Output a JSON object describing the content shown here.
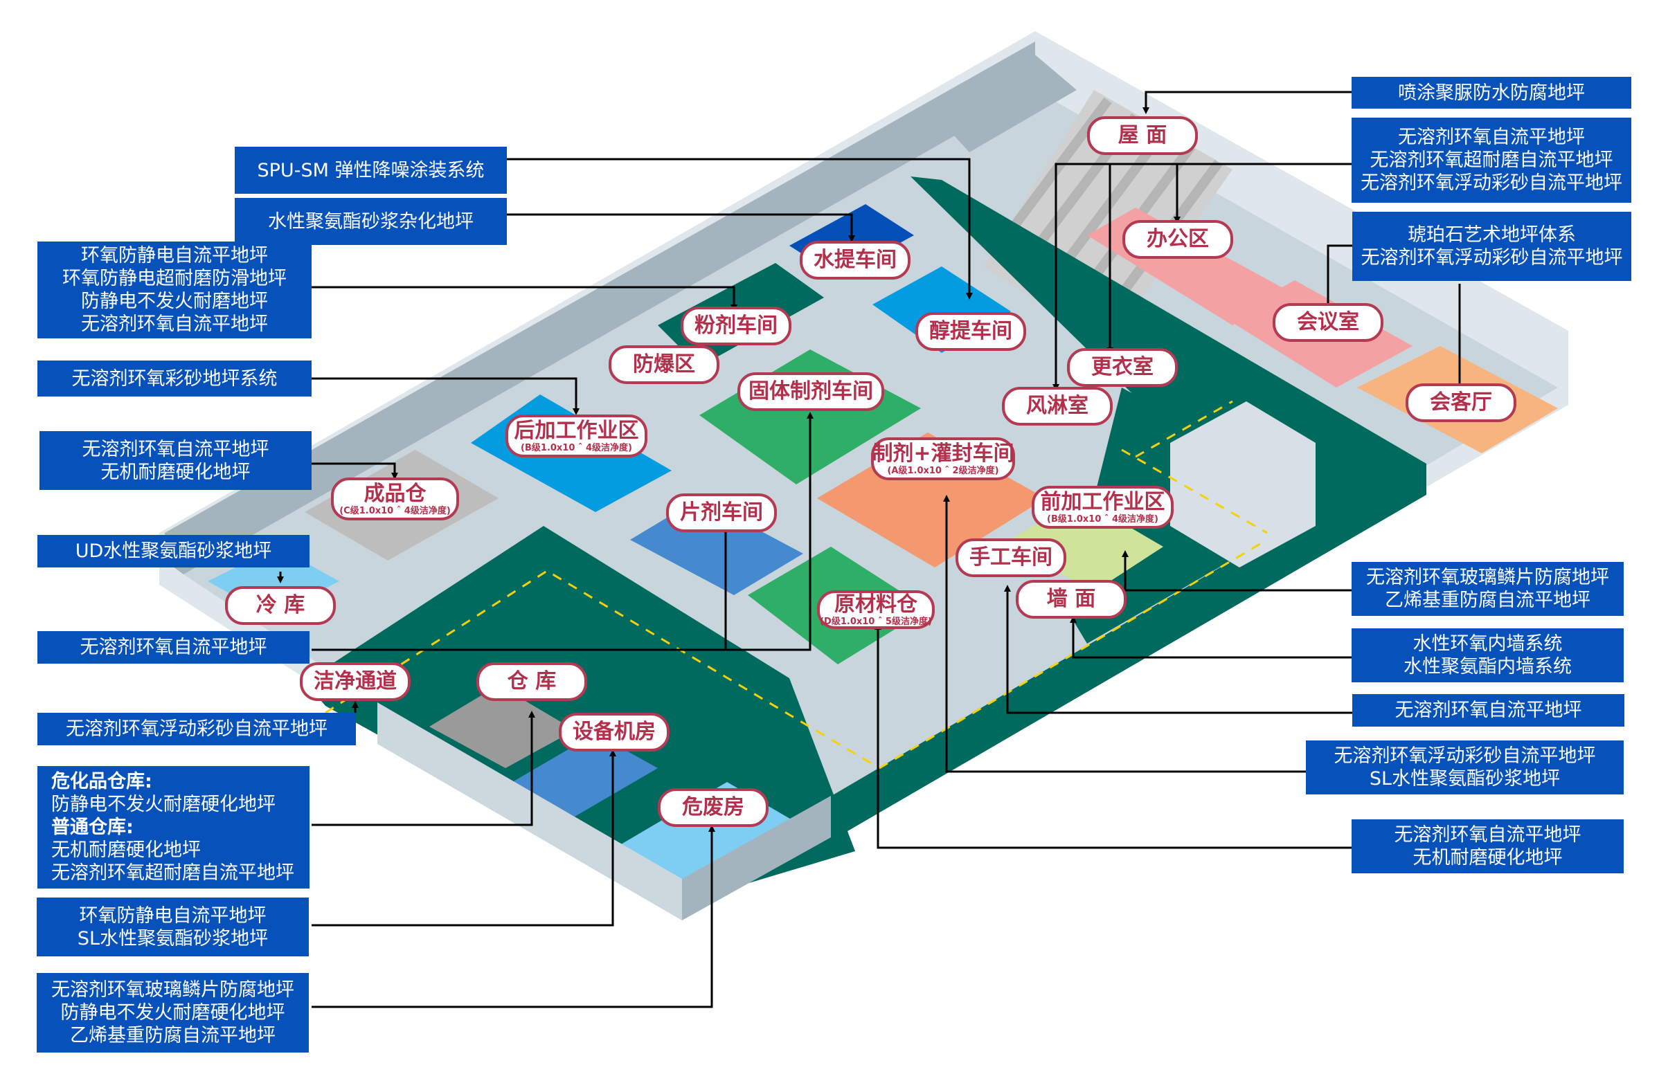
{
  "colors": {
    "note_bg": "#0751bb",
    "tag_border": "#b23a52",
    "tag_text": "#b3304c",
    "corridor": "#006a5f",
    "corridor_dash": "#f4d10b",
    "wall_light": "#ccd7de",
    "wall_dark": "#a4b4be",
    "floor_blue": "#049ce0",
    "floor_navy": "#044fb8",
    "floor_green": "#2fae68",
    "floor_orange": "#f3986f",
    "floor_pink": "#f4a1a3",
    "floor_peach": "#f7b47f",
    "floor_lime": "#cfe39a",
    "floor_grey": "#bdbdbd",
    "floor_sky": "#7ecdf2",
    "floor_steel": "#4589cf"
  },
  "rooms": {
    "roof": {
      "name": "屋 面"
    },
    "office": {
      "name": "办公区"
    },
    "water_extract": {
      "name": "水提车间"
    },
    "powder": {
      "name": "粉剂车间"
    },
    "alcohol_extract": {
      "name": "醇提车间"
    },
    "explosion_proof": {
      "name": "防爆区"
    },
    "solid_prep": {
      "name": "固体制剂车间"
    },
    "changing_room": {
      "name": "更衣室"
    },
    "meeting_room": {
      "name": "会议室"
    },
    "air_shower": {
      "name": "风淋室"
    },
    "reception": {
      "name": "会客厅"
    },
    "post_processing": {
      "name": "后加工作业区",
      "grade": "(B级1.0x10 ˆ 4级洁净度)"
    },
    "filling": {
      "name": "制剂+灌封车间",
      "grade": "(A级1.0x10 ˆ 2级洁净度)"
    },
    "finished_goods": {
      "name": "成品仓",
      "grade": "(C级1.0x10 ˆ 4级洁净度)"
    },
    "tablet": {
      "name": "片剂车间"
    },
    "pre_processing": {
      "name": "前加工作业区",
      "grade": "(B级1.0x10 ˆ 4级洁净度)"
    },
    "manual": {
      "name": "手工车间"
    },
    "wall_surface": {
      "name": "墙 面"
    },
    "raw_material": {
      "name": "原材料仓",
      "grade": "(D级1.0x10 ˆ 5级洁净度)"
    },
    "cold_storage": {
      "name": "冷 库"
    },
    "clean_corridor": {
      "name": "洁净通道"
    },
    "warehouse": {
      "name": "仓 库"
    },
    "equipment_room": {
      "name": "设备机房"
    },
    "hazardous_waste": {
      "name": "危废房"
    }
  },
  "notes_left": [
    {
      "id": "spu",
      "lines": [
        "SPU-SM 弹性降噪涂装系统"
      ]
    },
    {
      "id": "water_pu",
      "lines": [
        "水性聚氨酯砂浆杂化地坪"
      ]
    },
    {
      "id": "powder",
      "lines": [
        "环氧防静电自流平地坪",
        "环氧防静电超耐磨防滑地坪",
        "防静电不发火耐磨地坪",
        "无溶剂环氧自流平地坪"
      ]
    },
    {
      "id": "post",
      "lines": [
        "无溶剂环氧彩砂地坪系统"
      ]
    },
    {
      "id": "finished",
      "lines": [
        "无溶剂环氧自流平地坪",
        "无机耐磨硬化地坪"
      ]
    },
    {
      "id": "cold",
      "lines": [
        "UD水性聚氨酯砂浆地坪"
      ]
    },
    {
      "id": "tablet",
      "lines": [
        "无溶剂环氧自流平地坪"
      ]
    },
    {
      "id": "corridor",
      "lines": [
        "无溶剂环氧浮动彩砂自流平地坪"
      ]
    },
    {
      "id": "warehouse",
      "lines": [
        {
          "text": "危化品仓库:",
          "bold": true
        },
        {
          "text": "防静电不发火耐磨硬化地坪",
          "bold": false
        },
        {
          "text": "普通仓库:",
          "bold": true
        },
        {
          "text": "无机耐磨硬化地坪",
          "bold": false
        },
        {
          "text": "无溶剂环氧超耐磨自流平地坪",
          "bold": false
        }
      ]
    },
    {
      "id": "equipment",
      "lines": [
        "环氧防静电自流平地坪",
        "SL水性聚氨酯砂浆地坪"
      ]
    },
    {
      "id": "hazard",
      "lines": [
        "无溶剂环氧玻璃鳞片防腐地坪",
        "防静电不发火耐磨硬化地坪",
        "乙烯基重防腐自流平地坪"
      ]
    }
  ],
  "notes_right": [
    {
      "id": "roof",
      "lines": [
        "喷涂聚脲防水防腐地坪"
      ]
    },
    {
      "id": "office",
      "lines": [
        "无溶剂环氧自流平地坪",
        "无溶剂环氧超耐磨自流平地坪",
        "无溶剂环氧浮动彩砂自流平地坪"
      ]
    },
    {
      "id": "meeting",
      "lines": [
        "琥珀石艺术地坪体系",
        "无溶剂环氧浮动彩砂自流平地坪"
      ]
    },
    {
      "id": "pre",
      "lines": [
        "无溶剂环氧玻璃鳞片防腐地坪",
        "乙烯基重防腐自流平地坪"
      ]
    },
    {
      "id": "wall",
      "lines": [
        "水性环氧内墙系统",
        "水性聚氨酯内墙系统"
      ]
    },
    {
      "id": "manual",
      "lines": [
        "无溶剂环氧自流平地坪"
      ]
    },
    {
      "id": "filling",
      "lines": [
        "无溶剂环氧浮动彩砂自流平地坪",
        "SL水性聚氨酯砂浆地坪"
      ]
    },
    {
      "id": "raw",
      "lines": [
        "无溶剂环氧自流平地坪",
        "无机耐磨硬化地坪"
      ]
    }
  ]
}
